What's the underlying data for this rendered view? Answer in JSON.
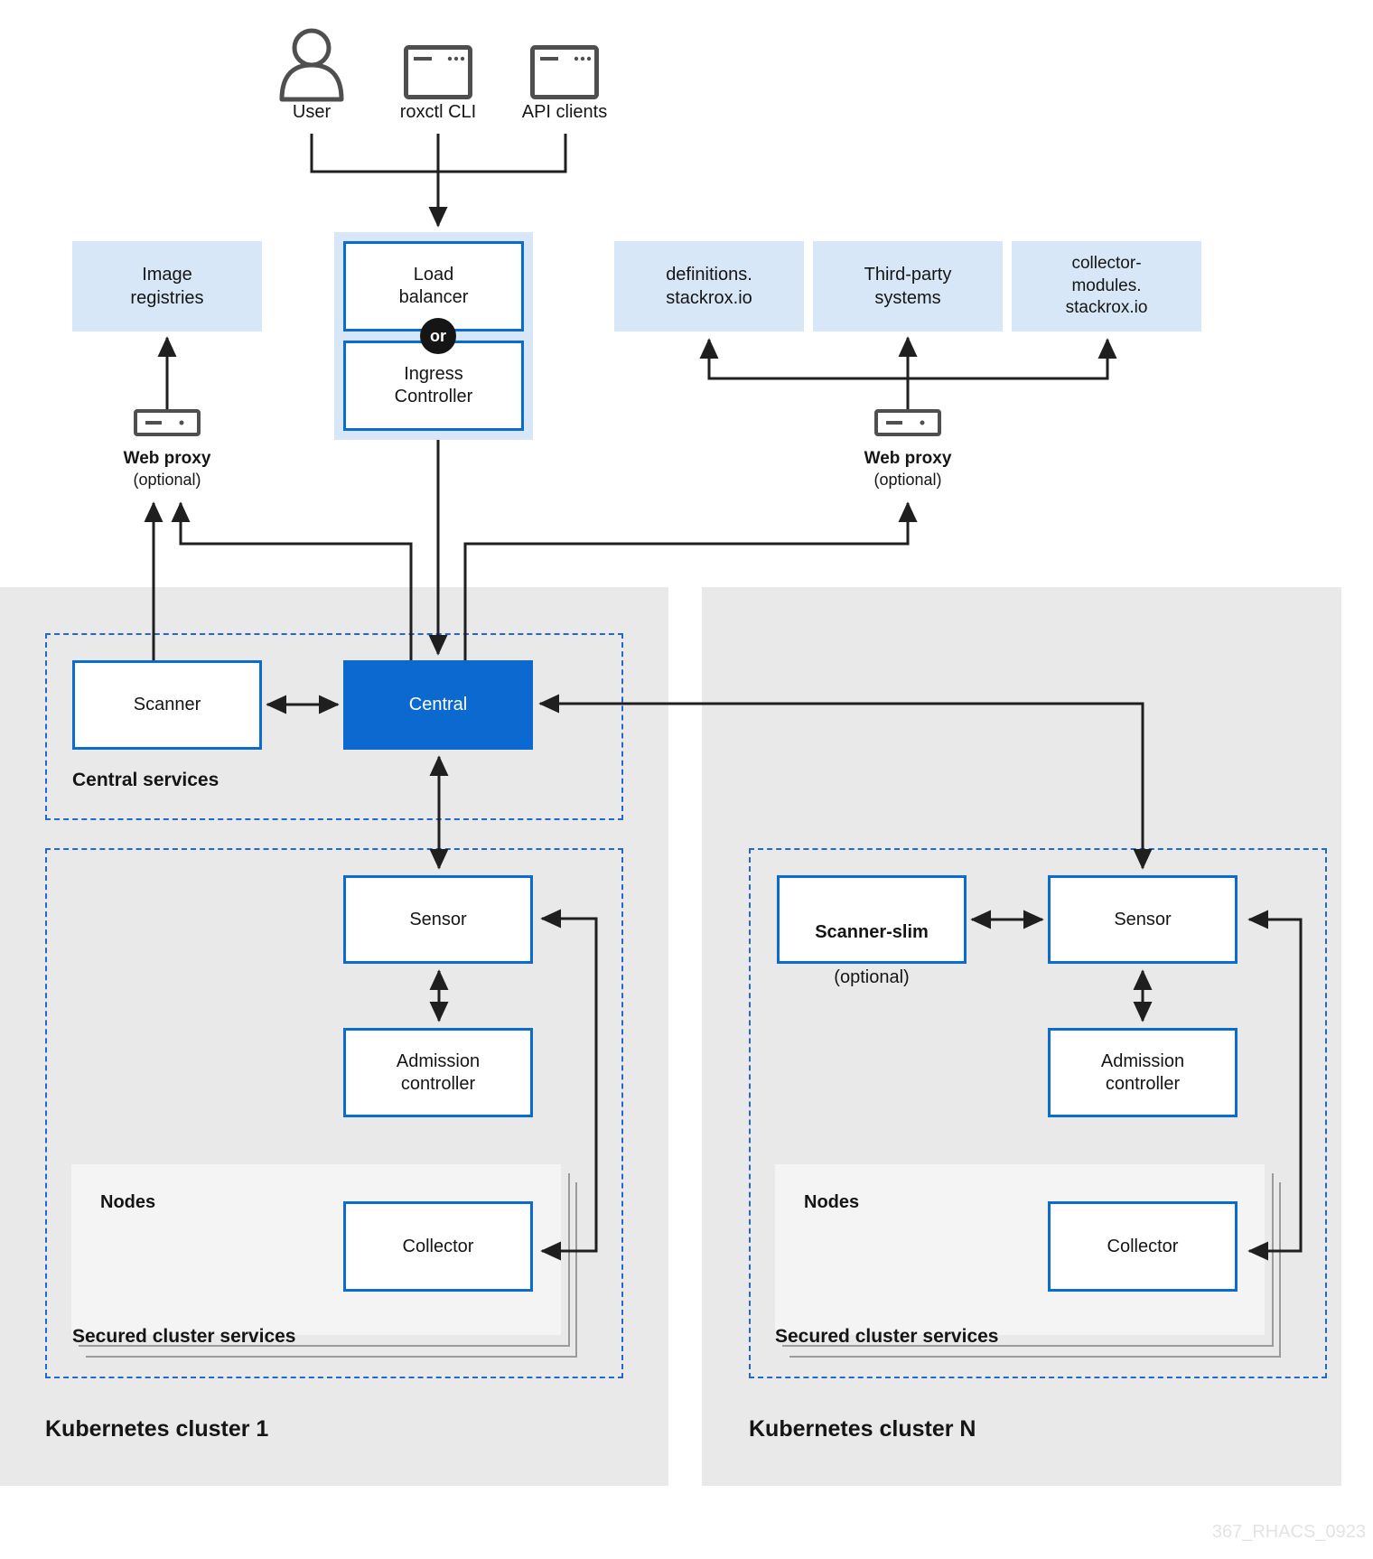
{
  "colors": {
    "accent_blue": "#0b69cf",
    "light_blue": "#d8e7f7",
    "panel_gray": "#e9e9e9",
    "nodes_gray": "#f4f4f4",
    "dashed_blue": "#2268d1",
    "line_black": "#1f1f1f"
  },
  "actors": {
    "user": "User",
    "roxctl_cli": "roxctl CLI",
    "api_clients": "API clients"
  },
  "entry": {
    "load_balancer": "Load\nbalancer",
    "or_label": "or",
    "ingress_controller": "Ingress\nController"
  },
  "external": {
    "image_registries": "Image\nregistries",
    "definitions": "definitions.\nstackrox.io",
    "third_party": "Third-party\nsystems",
    "collector_modules": "collector-\nmodules.\nstackrox.io",
    "web_proxy": "Web proxy",
    "web_proxy_optional": "(optional)"
  },
  "central_services": {
    "label": "Central services",
    "scanner": "Scanner",
    "central": "Central"
  },
  "cluster1": {
    "label": "Kubernetes cluster 1",
    "secured_label": "Secured cluster services",
    "sensor": "Sensor",
    "admission_controller": "Admission\ncontroller",
    "nodes": "Nodes",
    "collector": "Collector"
  },
  "clusterN": {
    "label": "Kubernetes cluster N",
    "secured_label": "Secured cluster services",
    "scanner_slim": "Scanner-slim",
    "scanner_slim_optional": "(optional)",
    "sensor": "Sensor",
    "admission_controller": "Admission\ncontroller",
    "nodes": "Nodes",
    "collector": "Collector"
  },
  "watermark": "367_RHACS_0923"
}
